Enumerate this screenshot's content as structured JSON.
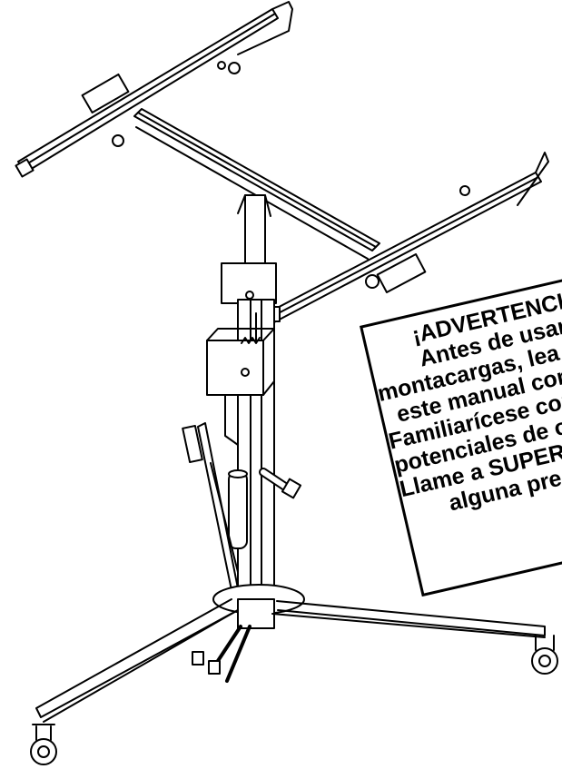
{
  "warning": {
    "lines": [
      "¡ADVERTENCIA!",
      "Antes de usar el",
      "montacargas, lea y entienda",
      "este manual completo.",
      "Familiarícese con los riesgos",
      "potenciales de operación.",
      "Llame a SUPERIOR si tiene",
      "alguna pregunta."
    ]
  }
}
